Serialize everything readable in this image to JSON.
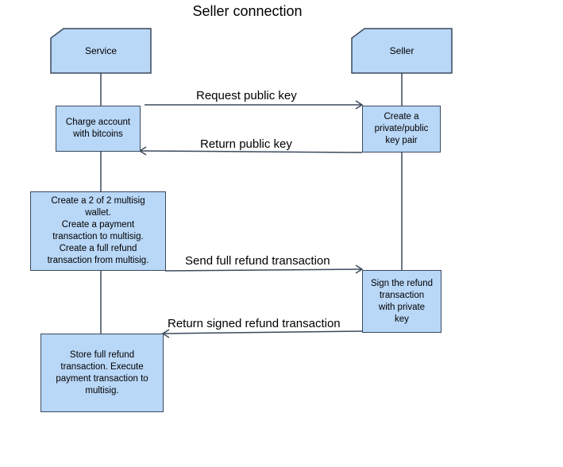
{
  "title": "Seller connection",
  "actors": {
    "service": "Service",
    "seller": "Seller"
  },
  "steps": {
    "charge": [
      "Charge account",
      "with bitcoins"
    ],
    "create_keypair": [
      "Create a",
      "private/public",
      "key pair"
    ],
    "multisig": [
      "Create a 2 of 2 multisig",
      "wallet.",
      "Create a payment",
      "transaction to multisig.",
      "Create a full refund",
      "transaction from multisig."
    ],
    "sign_refund": [
      "Sign the refund",
      "transaction",
      "with private",
      "key"
    ],
    "store_refund": [
      "Store full refund",
      "transaction. Execute",
      "payment transaction to",
      "multisig."
    ]
  },
  "messages": {
    "request_key": "Request public key",
    "return_key": "Return public key",
    "send_refund": "Send full refund transaction",
    "return_signed": "Return signed refund transaction"
  },
  "colors": {
    "box_fill": "#b9d7f7",
    "stroke": "#3b4a5c"
  }
}
